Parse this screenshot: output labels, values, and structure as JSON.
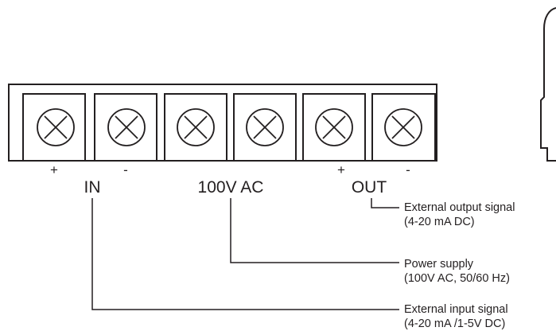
{
  "terminals": [
    {
      "polarity": "+",
      "icon": "screw-x-icon"
    },
    {
      "polarity": "-",
      "icon": "screw-x-icon"
    },
    {
      "polarity": "",
      "icon": "screw-x-icon"
    },
    {
      "polarity": "",
      "icon": "screw-x-icon"
    },
    {
      "polarity": "+",
      "icon": "screw-x-icon"
    },
    {
      "polarity": "-",
      "icon": "screw-x-icon"
    }
  ],
  "groups": {
    "in": "IN",
    "ac": "100V AC",
    "out": "OUT"
  },
  "callouts": {
    "output": {
      "line1": "External output signal",
      "line2": "(4-20 mA DC)"
    },
    "power": {
      "line1": "Power supply",
      "line2": "(100V AC, 50/60 Hz)"
    },
    "input": {
      "line1": "External input signal",
      "line2": "(4-20 mA /1-5V DC)"
    }
  },
  "colors": {
    "ink": "#231f20",
    "background": "#ffffff"
  }
}
